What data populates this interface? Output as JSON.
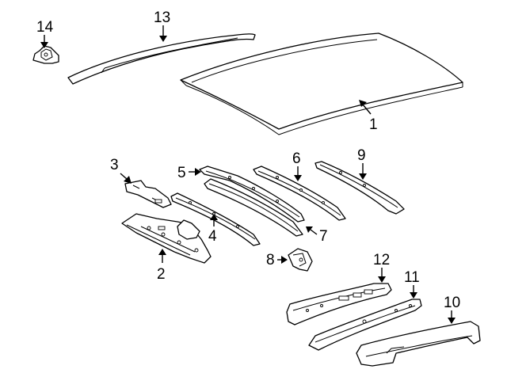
{
  "parts": [
    {
      "id": "roof-panel",
      "callout": "1"
    },
    {
      "id": "front-header",
      "callout": "2"
    },
    {
      "id": "header-reinforcement",
      "callout": "3"
    },
    {
      "id": "roof-bow-front",
      "callout": "4"
    },
    {
      "id": "roof-bow-center",
      "callout": "5"
    },
    {
      "id": "roof-bow-mid",
      "callout": "6"
    },
    {
      "id": "roof-bow-reinforcement",
      "callout": "7"
    },
    {
      "id": "bracket",
      "callout": "8"
    },
    {
      "id": "rear-header",
      "callout": "9"
    },
    {
      "id": "roof-rail-outer",
      "callout": "10"
    },
    {
      "id": "roof-rail-inner",
      "callout": "11"
    },
    {
      "id": "roof-rail-reinforcement",
      "callout": "12"
    },
    {
      "id": "drip-molding",
      "callout": "13"
    },
    {
      "id": "clip",
      "callout": "14"
    }
  ]
}
